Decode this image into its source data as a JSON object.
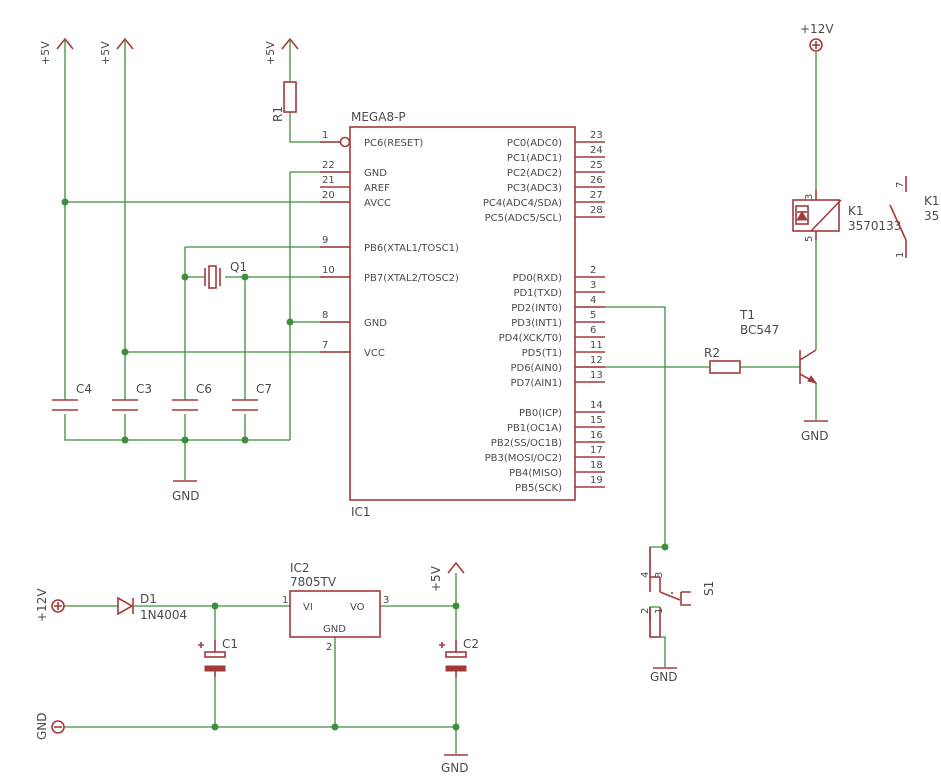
{
  "ic1": {
    "part": "MEGA8-P",
    "ref": "IC1",
    "left_pins": [
      {
        "num": "1",
        "name": "PC6(RESET)"
      },
      {
        "num": "22",
        "name": "GND"
      },
      {
        "num": "21",
        "name": "AREF"
      },
      {
        "num": "20",
        "name": "AVCC"
      },
      {
        "num": "9",
        "name": "PB6(XTAL1/TOSC1)"
      },
      {
        "num": "10",
        "name": "PB7(XTAL2/TOSC2)"
      },
      {
        "num": "8",
        "name": "GND"
      },
      {
        "num": "7",
        "name": "VCC"
      }
    ],
    "right_pins": [
      {
        "num": "23",
        "name": "PC0(ADC0)"
      },
      {
        "num": "24",
        "name": "PC1(ADC1)"
      },
      {
        "num": "25",
        "name": "PC2(ADC2)"
      },
      {
        "num": "26",
        "name": "PC3(ADC3)"
      },
      {
        "num": "27",
        "name": "PC4(ADC4/SDA)"
      },
      {
        "num": "28",
        "name": "PC5(ADC5/SCL)"
      },
      {
        "num": "2",
        "name": "PD0(RXD)"
      },
      {
        "num": "3",
        "name": "PD1(TXD)"
      },
      {
        "num": "4",
        "name": "PD2(INT0)"
      },
      {
        "num": "5",
        "name": "PD3(INT1)"
      },
      {
        "num": "6",
        "name": "PD4(XCK/T0)"
      },
      {
        "num": "11",
        "name": "PD5(T1)"
      },
      {
        "num": "12",
        "name": "PD6(AIN0)"
      },
      {
        "num": "13",
        "name": "PD7(AIN1)"
      },
      {
        "num": "14",
        "name": "PB0(ICP)"
      },
      {
        "num": "15",
        "name": "PB1(OC1A)"
      },
      {
        "num": "16",
        "name": "PB2(SS/OC1B)"
      },
      {
        "num": "17",
        "name": "PB3(MOSI/OC2)"
      },
      {
        "num": "18",
        "name": "PB4(MISO)"
      },
      {
        "num": "19",
        "name": "PB5(SCK)"
      }
    ]
  },
  "ic2": {
    "ref": "IC2",
    "part": "7805TV",
    "pin_vi": "VI",
    "pin_vo": "VO",
    "pin_gnd": "GND",
    "num_in": "1",
    "num_out": "3",
    "num_gnd": "2"
  },
  "supplies": {
    "p5v": "+5V",
    "p12v": "+12V",
    "gnd": "GND"
  },
  "parts": {
    "r1": "R1",
    "r2": "R2",
    "q1": "Q1",
    "c1": "C1",
    "c2": "C2",
    "c3": "C3",
    "c4": "C4",
    "c6": "C6",
    "c7": "C7",
    "d1_ref": "D1",
    "d1_part": "1N4004",
    "t1_ref": "T1",
    "t1_part": "BC547",
    "k1_ref": "K1",
    "k1_part": "3570133",
    "k1_contact_ref": "K1",
    "k1_contact_part": "35",
    "s1": "S1"
  },
  "relay_pins": {
    "top": "3",
    "bottom": "5",
    "contact_top": "7",
    "contact_bottom": "1"
  },
  "switch_pins": {
    "a": "4",
    "b": "3",
    "c": "2",
    "d": "1"
  }
}
